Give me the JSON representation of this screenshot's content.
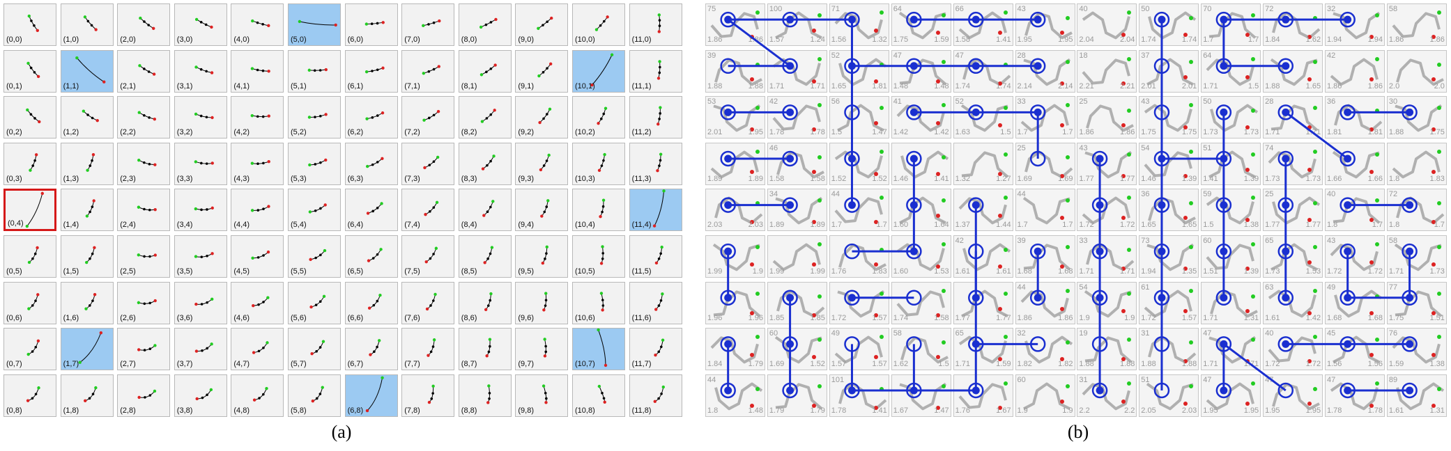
{
  "captions": {
    "a": "(a)",
    "b": "(b)"
  },
  "colors": {
    "cell_bg": "#f2f2f2",
    "highlight": "#9ccaf2",
    "selected_border": "#d51919",
    "start_dot": "#22cc22",
    "end_dot": "#dd2222",
    "trajectory": "#000000",
    "path": "#1a2fd0",
    "gray_curve": "#b0b0b0"
  },
  "panel_a": {
    "cols": 12,
    "rows": 9,
    "highlighted": [
      "5,0",
      "1,1",
      "10,1",
      "11,4",
      "1,7",
      "10,7",
      "6,8"
    ],
    "selected": "0,4",
    "labels": [
      [
        "(0,0)",
        "(1,0)",
        "(2,0)",
        "(3,0)",
        "(4,0)",
        "(5,0)",
        "(6,0)",
        "(7,0)",
        "(8,0)",
        "(9,0)",
        "(10,0)",
        "(11,0)"
      ],
      [
        "(0,1)",
        "(1,1)",
        "(2,1)",
        "(3,1)",
        "(4,1)",
        "(5,1)",
        "(6,1)",
        "(7,1)",
        "(8,1)",
        "(9,1)",
        "(10,1)",
        "(11,1)"
      ],
      [
        "(0,2)",
        "(1,2)",
        "(2,2)",
        "(3,2)",
        "(4,2)",
        "(5,2)",
        "(6,2)",
        "(7,2)",
        "(8,2)",
        "(9,2)",
        "(10,2)",
        "(11,2)"
      ],
      [
        "(0,3)",
        "(1,3)",
        "(2,3)",
        "(3,3)",
        "(4,3)",
        "(5,3)",
        "(6,3)",
        "(7,3)",
        "(8,3)",
        "(9,3)",
        "(10,3)",
        "(11,3)"
      ],
      [
        "(0,4)",
        "(1,4)",
        "(2,4)",
        "(3,4)",
        "(4,4)",
        "(5,4)",
        "(6,4)",
        "(7,4)",
        "(8,4)",
        "(9,4)",
        "(10,4)",
        "(11,4)"
      ],
      [
        "(0,5)",
        "(1,5)",
        "(2,5)",
        "(3,5)",
        "(4,5)",
        "(5,5)",
        "(6,5)",
        "(7,5)",
        "(8,5)",
        "(9,5)",
        "(10,5)",
        "(11,5)"
      ],
      [
        "(0,6)",
        "(1,6)",
        "(2,6)",
        "(3,6)",
        "(4,6)",
        "(5,6)",
        "(6,6)",
        "(7,6)",
        "(8,6)",
        "(9,6)",
        "(10,6)",
        "(11,6)"
      ],
      [
        "(0,7)",
        "(1,7)",
        "(2,7)",
        "(3,7)",
        "(4,7)",
        "(5,7)",
        "(6,7)",
        "(7,7)",
        "(8,7)",
        "(9,7)",
        "(10,7)",
        "(11,7)"
      ],
      [
        "(0,8)",
        "(1,8)",
        "(2,8)",
        "(3,8)",
        "(4,8)",
        "(5,8)",
        "(6,8)",
        "(7,8)",
        "(8,8)",
        "(9,8)",
        "(10,8)",
        "(11,8)"
      ]
    ]
  },
  "panel_b": {
    "cols": 12,
    "rows": 9,
    "cells": [
      [
        [
          "75",
          "1.86",
          "1.86"
        ],
        [
          "100",
          "1.57",
          "1.24"
        ],
        [
          "71",
          "1.56",
          "1.32"
        ],
        [
          "64",
          "1.75",
          "1.59"
        ],
        [
          "66",
          "1.58",
          "1.41"
        ],
        [
          "43",
          "1.95",
          "1.95"
        ],
        [
          "40",
          "2.04",
          "2.04"
        ],
        [
          "50",
          "1.74",
          "1.74"
        ],
        [
          "70",
          "1.7",
          "1.7"
        ],
        [
          "72",
          "1.84",
          "1.62"
        ],
        [
          "32",
          "1.94",
          "1.94"
        ],
        [
          "58",
          "1.86",
          "1.86"
        ]
      ],
      [
        [
          "39",
          "1.88",
          "1.88"
        ],
        [
          "",
          "1.71",
          "1.71"
        ],
        [
          "52",
          "1.65",
          "1.81"
        ],
        [
          "47",
          "1.48",
          "1.48"
        ],
        [
          "47",
          "1.74",
          "1.74"
        ],
        [
          "28",
          "2.14",
          "2.14"
        ],
        [
          "18",
          "2.21",
          "2.21"
        ],
        [
          "37",
          "2.01",
          "2.01"
        ],
        [
          "64",
          "1.71",
          "1.5"
        ],
        [
          "",
          "1.88",
          "1.65"
        ],
        [
          "42",
          "1.86",
          "1.86"
        ],
        [
          "",
          "2.0",
          "2.0"
        ]
      ],
      [
        [
          "53",
          "2.01",
          "1.95"
        ],
        [
          "42",
          "1.78",
          "1.78"
        ],
        [
          "56",
          "1.5",
          "1.47"
        ],
        [
          "41",
          "1.42",
          "1.42"
        ],
        [
          "52",
          "1.63",
          "1.5"
        ],
        [
          "33",
          "1.7",
          "1.7"
        ],
        [
          "25",
          "1.86",
          "1.86"
        ],
        [
          "43",
          "1.75",
          "1.75"
        ],
        [
          "50",
          "1.73",
          "1.73"
        ],
        [
          "28",
          "1.71",
          "1.71"
        ],
        [
          "36",
          "1.81",
          "1.81"
        ],
        [
          "30",
          "1.88",
          "1.75"
        ]
      ],
      [
        [
          "",
          "1.89",
          "1.89"
        ],
        [
          "46",
          "1.58",
          "1.58"
        ],
        [
          "",
          "1.52",
          "1.52"
        ],
        [
          "",
          "1.46",
          "1.41"
        ],
        [
          "",
          "1.32",
          "1.27"
        ],
        [
          "25",
          "1.69",
          "1.69"
        ],
        [
          "43",
          "1.77",
          "1.77"
        ],
        [
          "54",
          "1.46",
          "1.39"
        ],
        [
          "51",
          "1.41",
          "1.39"
        ],
        [
          "74",
          "1.73",
          "1.73"
        ],
        [
          "",
          "1.66",
          "1.66"
        ],
        [
          "",
          "1.8",
          "1.83"
        ]
      ],
      [
        [
          "",
          "2.03",
          "2.03"
        ],
        [
          "34",
          "1.89",
          "1.89"
        ],
        [
          "44",
          "1.7",
          "1.7"
        ],
        [
          "",
          "1.60",
          "1.64"
        ],
        [
          "",
          "1.37",
          "1.44"
        ],
        [
          "44",
          "1.7",
          "1.7"
        ],
        [
          "",
          "1.72",
          "1.72"
        ],
        [
          "36",
          "1.65",
          "1.65"
        ],
        [
          "59",
          "1.5",
          "1.38"
        ],
        [
          "25",
          "1.77",
          "1.77"
        ],
        [
          "40",
          "1.8",
          "1.7"
        ],
        [
          "72",
          "1.8",
          "1.7"
        ]
      ],
      [
        [
          "",
          "1.99",
          "1.9"
        ],
        [
          "",
          "1.99",
          "1.99"
        ],
        [
          "",
          "1.76",
          "1.83"
        ],
        [
          "",
          "1.60",
          "1.53"
        ],
        [
          "42",
          "1.61",
          "1.61"
        ],
        [
          "39",
          "1.68",
          "1.68"
        ],
        [
          "33",
          "1.71",
          "1.71"
        ],
        [
          "73",
          "1.94",
          "1.35"
        ],
        [
          "60",
          "1.51",
          "1.39"
        ],
        [
          "65",
          "1.73",
          "1.53"
        ],
        [
          "43",
          "1.72",
          "1.72"
        ],
        [
          "58",
          "1.71",
          "1.73"
        ]
      ],
      [
        [
          "",
          "1.96",
          "1.96"
        ],
        [
          "",
          "1.85",
          "1.85"
        ],
        [
          "",
          "1.72",
          "1.57"
        ],
        [
          "",
          "1.74",
          "1.58"
        ],
        [
          "",
          "1.77",
          "1.77"
        ],
        [
          "44",
          "1.86",
          "1.86"
        ],
        [
          "54",
          "1.9",
          "1.9"
        ],
        [
          "61",
          "1.72",
          "1.57"
        ],
        [
          "",
          "1.71",
          "1.31"
        ],
        [
          "63",
          "1.61",
          "1.42"
        ],
        [
          "49",
          "1.68",
          "1.68"
        ],
        [
          "77",
          "1.75",
          "1.51"
        ]
      ],
      [
        [
          "",
          "1.84",
          "1.79"
        ],
        [
          "60",
          "1.69",
          "1.52"
        ],
        [
          "49",
          "1.57",
          "1.57"
        ],
        [
          "58",
          "1.62",
          "1.5"
        ],
        [
          "65",
          "1.71",
          "1.59"
        ],
        [
          "32",
          "1.82",
          "1.82"
        ],
        [
          "19",
          "1.88",
          "1.88"
        ],
        [
          "31",
          "1.88",
          "1.88"
        ],
        [
          "47",
          "1.71",
          "1.71"
        ],
        [
          "40",
          "1.72",
          "1.72"
        ],
        [
          "45",
          "1.56",
          "1.56"
        ],
        [
          "76",
          "1.59",
          "1.38"
        ]
      ],
      [
        [
          "44",
          "1.8",
          "1.48"
        ],
        [
          "",
          "1.79",
          "1.79"
        ],
        [
          "101",
          "1.78",
          "1.41"
        ],
        [
          "",
          "1.67",
          "1.47"
        ],
        [
          "",
          "1.76",
          "1.67"
        ],
        [
          "60",
          "1.9",
          "1.9"
        ],
        [
          "31",
          "2.2",
          "2.2"
        ],
        [
          "51",
          "2.05",
          "2.03"
        ],
        [
          "47",
          "1.95",
          "1.95"
        ],
        [
          "47",
          "1.95",
          "1.95"
        ],
        [
          "47",
          "1.78",
          "1.78"
        ],
        [
          "89",
          "1.61",
          "1.31"
        ]
      ]
    ],
    "path_segments": [
      [
        [
          0,
          0
        ],
        [
          2,
          0
        ]
      ],
      [
        [
          0,
          0
        ],
        [
          1,
          1
        ]
      ],
      [
        [
          0,
          1
        ],
        [
          1,
          1
        ]
      ],
      [
        [
          3,
          0
        ],
        [
          5,
          0
        ]
      ],
      [
        [
          2,
          1
        ],
        [
          5,
          1
        ]
      ],
      [
        [
          2,
          0
        ],
        [
          2,
          4
        ]
      ],
      [
        [
          3,
          2
        ],
        [
          5,
          2
        ]
      ],
      [
        [
          5,
          2
        ],
        [
          5,
          3
        ]
      ],
      [
        [
          8,
          0
        ],
        [
          10,
          0
        ]
      ],
      [
        [
          8,
          1
        ],
        [
          9,
          1
        ]
      ],
      [
        [
          8,
          0
        ],
        [
          8,
          1
        ]
      ],
      [
        [
          8,
          2
        ],
        [
          8,
          6
        ]
      ],
      [
        [
          7,
          0
        ],
        [
          7,
          3
        ]
      ],
      [
        [
          7,
          3
        ],
        [
          8,
          3
        ]
      ],
      [
        [
          6,
          3
        ],
        [
          6,
          8
        ]
      ],
      [
        [
          7,
          3
        ],
        [
          7,
          8
        ]
      ],
      [
        [
          0,
          2
        ],
        [
          1,
          2
        ]
      ],
      [
        [
          0,
          3
        ],
        [
          1,
          3
        ]
      ],
      [
        [
          0,
          4
        ],
        [
          1,
          4
        ]
      ],
      [
        [
          9,
          2
        ],
        [
          10,
          3
        ]
      ],
      [
        [
          10,
          2
        ],
        [
          11,
          2
        ]
      ],
      [
        [
          11,
          4
        ],
        [
          10,
          4
        ]
      ],
      [
        [
          9,
          3
        ],
        [
          9,
          6
        ]
      ],
      [
        [
          10,
          5
        ],
        [
          10,
          6
        ]
      ],
      [
        [
          10,
          6
        ],
        [
          11,
          6
        ]
      ],
      [
        [
          11,
          5
        ],
        [
          11,
          6
        ]
      ],
      [
        [
          0,
          5
        ],
        [
          0,
          6
        ]
      ],
      [
        [
          1,
          6
        ],
        [
          1,
          8
        ]
      ],
      [
        [
          2,
          5
        ],
        [
          3,
          5
        ]
      ],
      [
        [
          3,
          3
        ],
        [
          3,
          5
        ]
      ],
      [
        [
          2,
          6
        ],
        [
          3,
          6
        ]
      ],
      [
        [
          4,
          5
        ],
        [
          4,
          6
        ]
      ],
      [
        [
          5,
          5
        ],
        [
          5,
          6
        ]
      ],
      [
        [
          4,
          7
        ],
        [
          5,
          7
        ]
      ],
      [
        [
          4,
          7
        ],
        [
          4,
          8
        ]
      ],
      [
        [
          2,
          8
        ],
        [
          4,
          8
        ]
      ],
      [
        [
          3,
          7
        ],
        [
          3,
          8
        ]
      ],
      [
        [
          0,
          7
        ],
        [
          0,
          8
        ]
      ],
      [
        [
          8,
          7
        ],
        [
          9,
          8
        ]
      ],
      [
        [
          8,
          7
        ],
        [
          8,
          8
        ]
      ],
      [
        [
          9,
          7
        ],
        [
          11,
          7
        ]
      ],
      [
        [
          10,
          8
        ],
        [
          11,
          8
        ]
      ],
      [
        [
          2,
          7
        ],
        [
          2,
          8
        ]
      ],
      [
        [
          4,
          4
        ],
        [
          4,
          7
        ]
      ]
    ],
    "open_nodes": [
      [
        0,
        1
      ],
      [
        7,
        1
      ],
      [
        2,
        2
      ],
      [
        6,
        2
      ],
      [
        7,
        2
      ],
      [
        5,
        3
      ],
      [
        2,
        5
      ],
      [
        4,
        5
      ],
      [
        3,
        6
      ],
      [
        2,
        7
      ],
      [
        3,
        7
      ],
      [
        5,
        7
      ],
      [
        6,
        7
      ],
      [
        7,
        7
      ],
      [
        7,
        8
      ],
      [
        9,
        8
      ]
    ]
  }
}
